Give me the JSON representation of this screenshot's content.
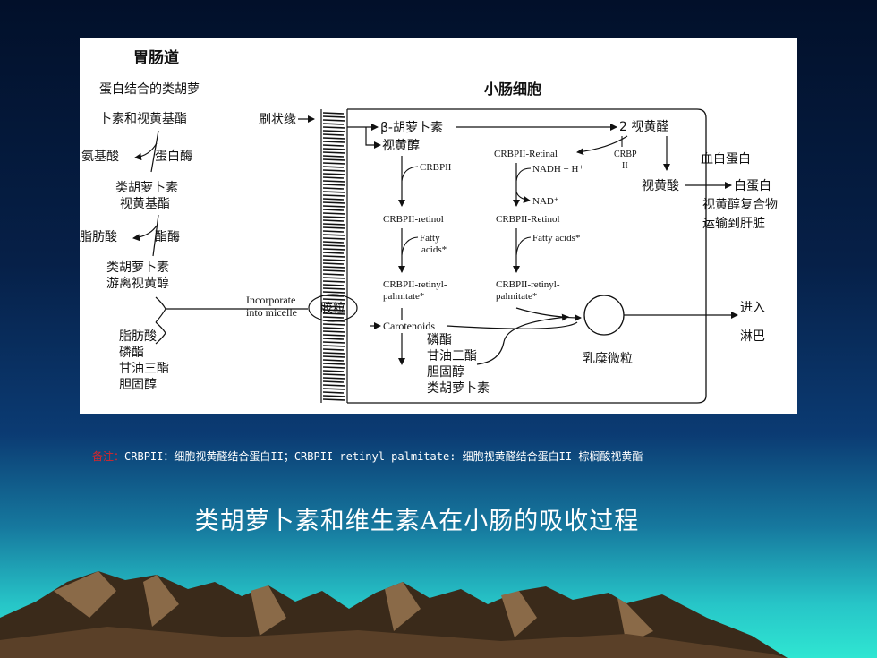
{
  "diagram": {
    "lumen": {
      "title": "胃肠道",
      "step1": [
        "蛋白结合的类胡萝",
        "卜素和视黄基酯"
      ],
      "enzyme1_left": "氨基酸",
      "enzyme1_right": "蛋白酶",
      "step2": [
        "类胡萝卜素",
        "视黄基酯"
      ],
      "enzyme2_left": "脂肪酸",
      "enzyme2_right": "酯酶",
      "step3": [
        "类胡萝卜素",
        "游离视黄醇"
      ],
      "others": [
        "脂肪酸",
        "磷酯",
        "甘油三酯",
        "胆固醇"
      ],
      "micelle_text": [
        "Incorporate",
        "into micelle"
      ],
      "micelle_label": "胶粒",
      "brush_border": "刷状缘"
    },
    "cell": {
      "title": "小肠细胞",
      "beta_carotene": "β-胡萝卜素",
      "retinal_2": "2 视黄醛",
      "retinol": "视黄醇",
      "crbp2": "CRBPII",
      "crbp2_retinal": "CRBPII-Retinal",
      "nadh": "NADH + H⁺",
      "nad": "NAD⁺",
      "crbp_ii": [
        "CRBP",
        "II"
      ],
      "retinoic_acid": "视黄酸",
      "crbp2_retinol_left": "CRBPII-retinol",
      "crbp2_retinol_right": "CRBPII-Retinol",
      "fatty_acids_left": [
        "Fatty",
        "acids*"
      ],
      "fatty_acids_right": "Fatty acids*",
      "retinyl_palmitate_left": [
        "CRBPII-retinyl-",
        "palmitate*"
      ],
      "retinyl_palmitate_right": [
        "CRBPII-retinyl-",
        "palmitate*"
      ],
      "carotenoids": "Carotenoids",
      "cell_lipids": [
        "磷酯",
        "甘油三酯",
        "胆固醇",
        "类胡萝卜素"
      ],
      "chylomicron": "乳糜微粒"
    },
    "outside": {
      "blood_protein": "血白蛋白",
      "albumin": "白蛋白",
      "complex": [
        "视黄醇复合物",
        "运输到肝脏"
      ],
      "lymph": [
        "进入",
        "淋巴"
      ]
    }
  },
  "note": {
    "label": "备注：",
    "text": "CRBPII：细胞视黄醛结合蛋白II；CRBPII-retinyl-palmitate: 细胞视黄醛结合蛋白II-棕榈酸视黄酯"
  },
  "title": "类胡萝卜素和维生素A在小肠的吸收过程",
  "colors": {
    "note_label": "#d8262a",
    "mountain_dark": "#3a2a1a",
    "mountain_light": "#8a6a48"
  }
}
